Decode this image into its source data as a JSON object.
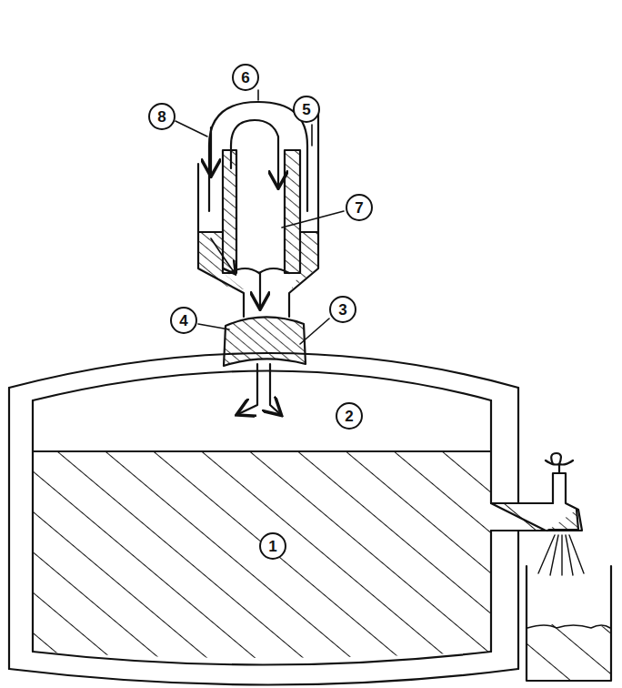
{
  "diagram": {
    "labels": [
      "6",
      "8",
      "5",
      "7",
      "4",
      "3",
      "2",
      "1"
    ]
  }
}
